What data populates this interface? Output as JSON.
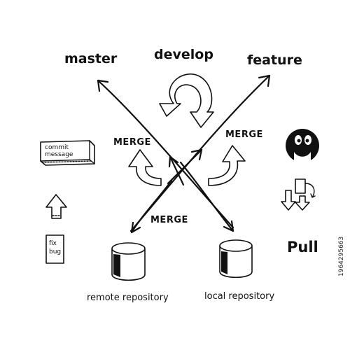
{
  "labels": {
    "master": "master",
    "develop": "develop",
    "feature": "feature",
    "merge_left": "MERGE",
    "merge_right": "MERGE",
    "merge_bottom": "MERGE",
    "remote_repository": "remote repository",
    "local_repository": "local repository",
    "pull": "Pull",
    "commit_line1": "commit",
    "commit_line2": "message",
    "fix_line1": "fix",
    "fix_line2": "bug"
  },
  "watermark_id": "1964295663",
  "colors": {
    "ink": "#111111",
    "background": "#ffffff"
  }
}
